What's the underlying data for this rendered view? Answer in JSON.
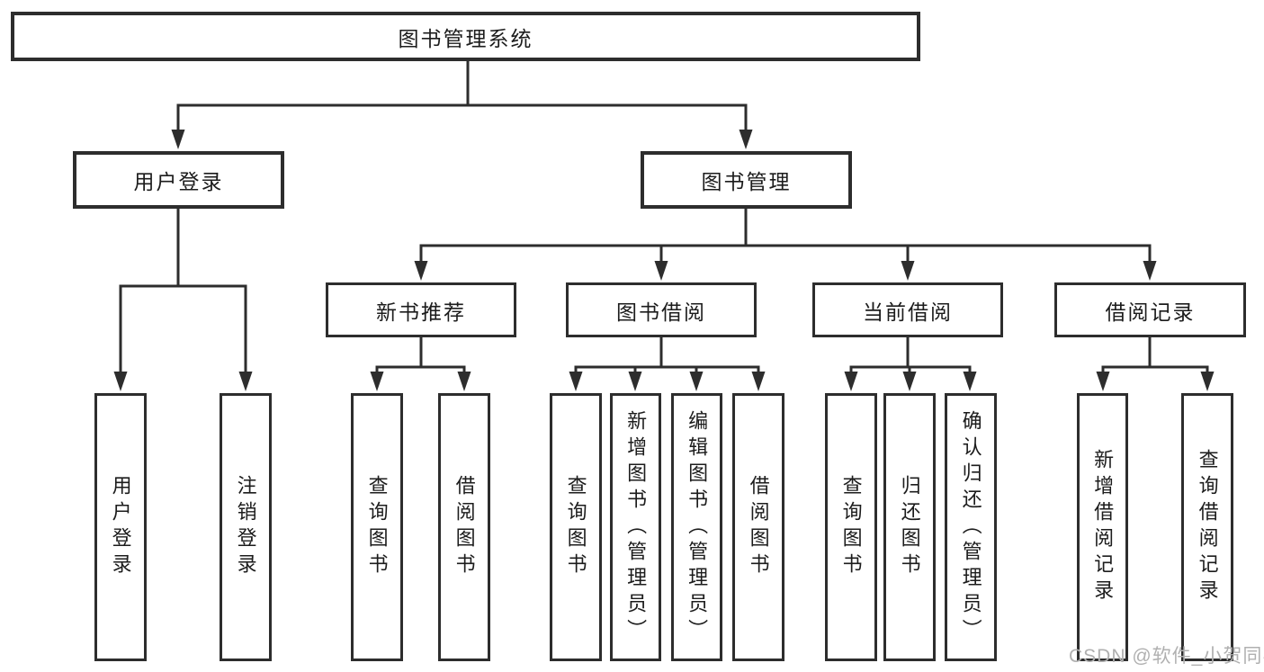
{
  "tree": {
    "root": {
      "label": "图书管理系统"
    },
    "level2": [
      {
        "label": "用户登录",
        "children": [
          {
            "label": "用户登录"
          },
          {
            "label": "注销登录"
          }
        ]
      },
      {
        "label": "图书管理",
        "children": [
          {
            "label": "新书推荐",
            "children": [
              {
                "label": "查询图书"
              },
              {
                "label": "借阅图书"
              }
            ]
          },
          {
            "label": "图书借阅",
            "children": [
              {
                "label": "查询图书"
              },
              {
                "label": "新增图书（管理员）"
              },
              {
                "label": "编辑图书（管理员）"
              },
              {
                "label": "借阅图书"
              }
            ]
          },
          {
            "label": "当前借阅",
            "children": [
              {
                "label": "查询图书"
              },
              {
                "label": "归还图书"
              },
              {
                "label": "确认归还（管理员）"
              }
            ]
          },
          {
            "label": "借阅记录",
            "children": [
              {
                "label": "新增借阅记录"
              },
              {
                "label": "查询借阅记录"
              }
            ]
          }
        ]
      }
    ]
  },
  "watermark": {
    "text": "CSDN @软件_小贺同学",
    "color": "#b0b0b0"
  },
  "colors": {
    "line": "#2d2d2d",
    "text": "#1c1c1c",
    "background": "#ffffff"
  }
}
